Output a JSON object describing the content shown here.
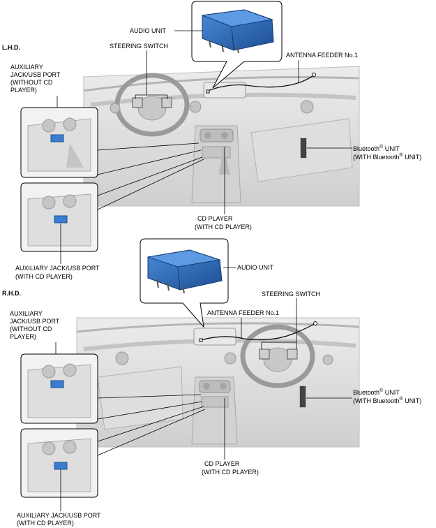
{
  "lhd": {
    "section_label": "L.H.D.",
    "audio_unit": "AUDIO UNIT",
    "steering_switch": "STEERING SWITCH",
    "antenna_feeder": "ANTENNA FEEDER No.1",
    "aux_without_cd": [
      "AUXILIARY",
      "JACK/USB PORT",
      "(WITHOUT CD",
      "PLAYER)"
    ],
    "bluetooth_unit": [
      "Bluetooth",
      "UNIT",
      "(WITH Bluetooth",
      "UNIT)"
    ],
    "cd_player": [
      "CD PLAYER",
      "(WITH CD PLAYER)"
    ],
    "aux_with_cd": [
      "AUXILIARY JACK/USB PORT",
      "(WITH CD PLAYER)"
    ]
  },
  "rhd": {
    "section_label": "R.H.D.",
    "audio_unit": "AUDIO UNIT",
    "steering_switch": "STEERING SWITCH",
    "antenna_feeder": "ANTENNA FEEDER No.1",
    "aux_without_cd": [
      "AUXILIARY",
      "JACK/USB PORT",
      "(WITHOUT CD",
      "PLAYER)"
    ],
    "bluetooth_unit": [
      "Bluetooth",
      "UNIT",
      "(WITH Bluetooth",
      "UNIT)"
    ],
    "cd_player": [
      "CD PLAYER",
      "(WITH CD PLAYER)"
    ],
    "aux_with_cd": [
      "AUXILIARY JACK/USB PORT",
      "(WITH CD PLAYER)"
    ]
  },
  "colors": {
    "component_blue": "#2f6fc0",
    "component_dark": "#1d4f94",
    "interior_gray": "#d9d9d9",
    "line_gray": "#8c8c8c"
  }
}
